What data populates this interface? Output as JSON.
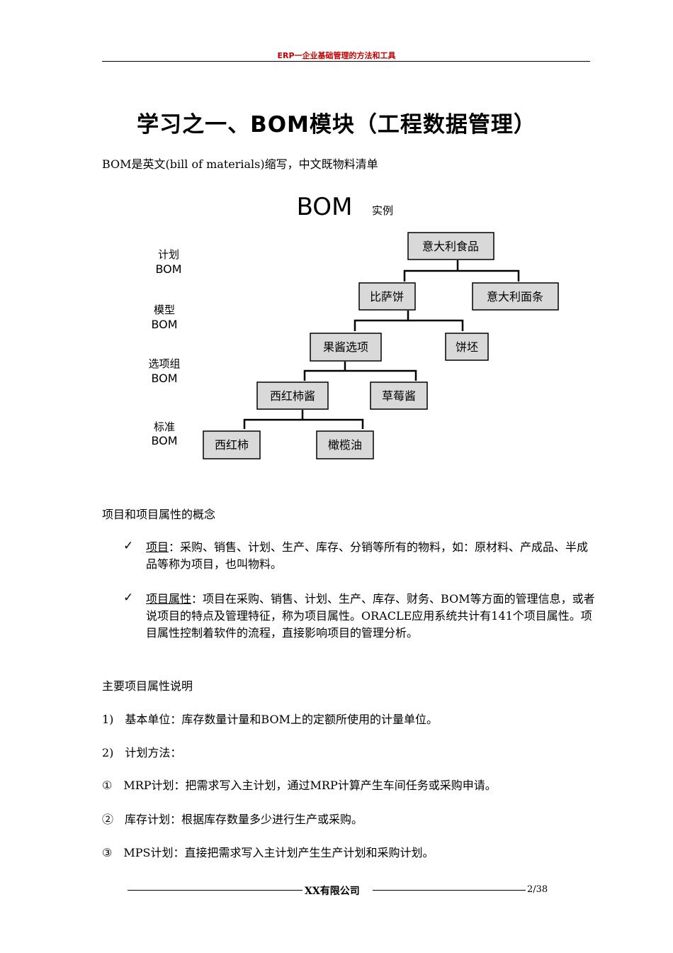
{
  "header": {
    "title": "ERP一企业基础管理的方法和工具"
  },
  "title": "学习之一、BOM模块（工程数据管理）",
  "intro": "BOM是英文(bill of materials)缩写，中文既物料清单",
  "diagram": {
    "title": "BOM",
    "subtitle": "实例",
    "levels": [
      {
        "line1": "计划",
        "line2": "BOM"
      },
      {
        "line1": "模型",
        "line2": "BOM"
      },
      {
        "line1": "选项组",
        "line2": "BOM"
      },
      {
        "line1": "标准",
        "line2": "BOM"
      }
    ],
    "nodes": [
      "意大利食品",
      "比萨饼",
      "意大利面条",
      "果酱选项",
      "饼坯",
      "西红柿酱",
      "草莓酱",
      "西红柿",
      "橄榄油"
    ]
  },
  "section1": {
    "heading": "项目和项目属性的概念"
  },
  "bullets": [
    {
      "mark": "✓",
      "term": "项目",
      "text": "：采购、销售、计划、生产、库存、分销等所有的物料，如：原材料、产成品、半成品等称为项目，也叫物料。"
    },
    {
      "mark": "✓",
      "term": "项目属性",
      "text": "：项目在采购、销售、计划、生产、库存、财务、BOM等方面的管理信息，或者说项目的特点及管理特征，称为项目属性。ORACLE应用系统共计有141个项目属性。项目属性控制着软件的流程，直接影响项目的管理分析。"
    }
  ],
  "section2": {
    "heading": "主要项目属性说明"
  },
  "items": [
    "1)　基本单位：库存数量计量和BOM上的定额所使用的计量单位。",
    "2)　计划方法：",
    "①　MRP计划：把需求写入主计划，通过MRP计算产生车间任务或采购申请。",
    "②　库存计划：根据库存数量多少进行生产或采购。",
    "③　MPS计划：直接把需求写入主计划产生生产计划和采购计划。"
  ],
  "footer": {
    "company": "XX有限公司",
    "page": "2/38"
  }
}
